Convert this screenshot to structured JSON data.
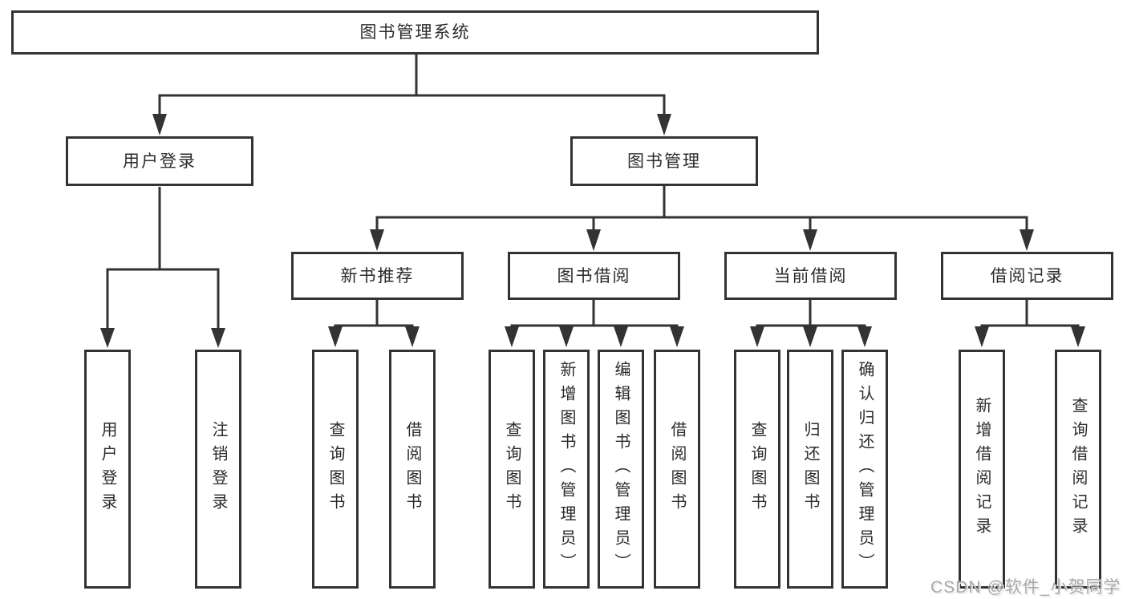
{
  "tree": {
    "label": "图书管理系统",
    "children": [
      {
        "label": "用户登录",
        "children": [
          {
            "label": "用户登录"
          },
          {
            "label": "注销登录"
          }
        ]
      },
      {
        "label": "图书管理",
        "children": [
          {
            "label": "新书推荐",
            "children": [
              {
                "label": "查询图书"
              },
              {
                "label": "借阅图书"
              }
            ]
          },
          {
            "label": "图书借阅",
            "children": [
              {
                "label": "查询图书"
              },
              {
                "label": "新增图书（管理员）"
              },
              {
                "label": "编辑图书（管理员）"
              },
              {
                "label": "借阅图书"
              }
            ]
          },
          {
            "label": "当前借阅",
            "children": [
              {
                "label": "查询图书"
              },
              {
                "label": "归还图书"
              },
              {
                "label": "确认归还（管理员）"
              }
            ]
          },
          {
            "label": "借阅记录",
            "children": [
              {
                "label": "新增借阅记录"
              },
              {
                "label": "查询借阅记录"
              }
            ]
          }
        ]
      }
    ]
  },
  "watermark": "CSDN @软件_小贺同学",
  "colors": {
    "line": "#333333",
    "text": "#2b2b2b",
    "background": "#ffffff",
    "watermark": "#a9a9a9"
  }
}
